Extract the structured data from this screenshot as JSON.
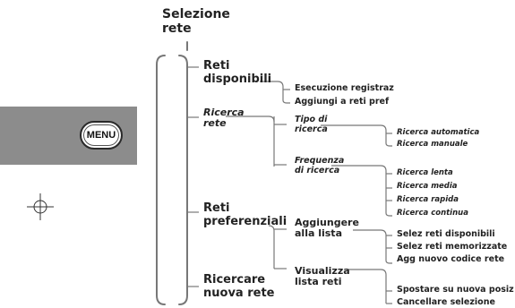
{
  "title": {
    "line1": "Selezione",
    "line2": "rete"
  },
  "device": {
    "menu_label": "MENU"
  },
  "tree": {
    "reti_disponibili": {
      "line1": "Reti",
      "line2": "disponibili",
      "children": [
        "Esecuzione registraz",
        "Aggiungi a reti pref"
      ]
    },
    "ricerca_rete": {
      "line1": "Ricerca",
      "line2": "rete",
      "tipo": {
        "line1": "Tipo di",
        "line2": "ricerca",
        "children": [
          "Ricerca automatica",
          "Ricerca manuale"
        ]
      },
      "frequenza": {
        "line1": "Frequenza",
        "line2": "di ricerca",
        "children": [
          "Ricerca lenta",
          "Ricerca media",
          "Ricerca rapida",
          "Ricerca continua"
        ]
      }
    },
    "reti_preferenziali": {
      "line1": "Reti",
      "line2": "preferenziali",
      "aggiungere": {
        "line1": "Aggiungere",
        "line2": "alla lista",
        "children": [
          "Selez reti disponibili",
          "Selez reti memorizzate",
          "Agg nuovo codice rete"
        ]
      },
      "visualizza": {
        "line1": "Visualizza",
        "line2": "lista reti",
        "children": [
          "Spostare su nuova posiz",
          "Cancellare selezione"
        ]
      }
    },
    "ricercare_nuova_rete": {
      "line1": "Ricercare",
      "line2": "nuova rete"
    }
  }
}
